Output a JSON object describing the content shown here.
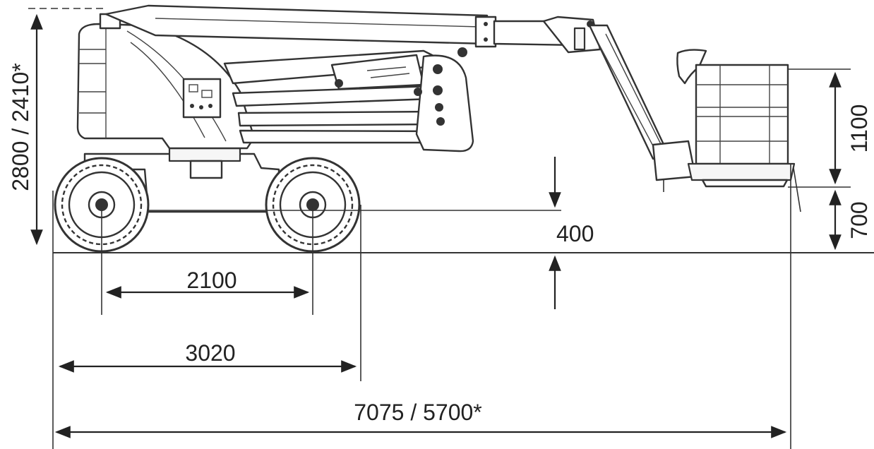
{
  "dimensions": {
    "height_total": "2800 / 2410*",
    "wheelbase": "2100",
    "chassis_length": "3020",
    "overall_length": "7075 / 5700*",
    "ground_clearance": "400",
    "basket_height": "1100",
    "basket_floor_height": "700"
  },
  "colors": {
    "line": "#222222",
    "background": "#ffffff"
  }
}
